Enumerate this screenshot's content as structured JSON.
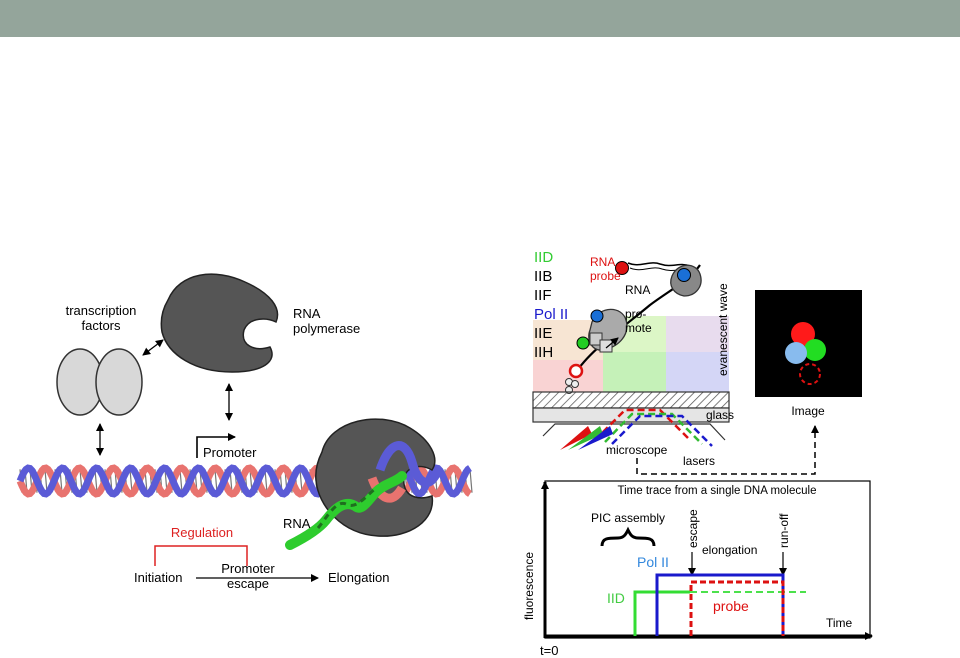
{
  "colors": {
    "header_bar": "#94a59b",
    "strand_red": "#e8736f",
    "strand_blue": "#5b5bd6",
    "rna_green": "#2ecc2e",
    "polymerase_gray": "#555555",
    "iid_green": "#33cc33",
    "polii_blue": "#1a1acc",
    "probe_red": "#dd1111",
    "regulation_red": "#dd2222"
  },
  "left_diagram": {
    "transcription_factors": "transcription\nfactors",
    "rna_polymerase": "RNA\npolymerase",
    "promoter": "Promoter",
    "rna": "RNA",
    "regulation": "Regulation",
    "initiation": "Initiation",
    "promoter_escape": "Promoter\nescape",
    "elongation": "Elongation"
  },
  "right_diagram": {
    "factors": [
      "IID",
      "IIB",
      "IIF",
      "Pol II",
      "IIE",
      "IIH"
    ],
    "rna_probe": "RNA\nprobe",
    "rna": "RNA",
    "promote": "pro-\nmote",
    "evanescent_wave": "evanescent wave",
    "glass": "glass",
    "microscope": "microscope",
    "lasers": "lasers",
    "image": "Image"
  },
  "trace": {
    "title": "Time trace from a single DNA molecule",
    "pic_assembly": "PIC assembly",
    "escape": "escape",
    "run_off": "run-off",
    "elongation": "elongation",
    "pol_ii": "Pol II",
    "iid": "IID",
    "probe": "probe",
    "ylabel": "fluorescence",
    "xlabel": "Time",
    "t0": "t=0"
  }
}
